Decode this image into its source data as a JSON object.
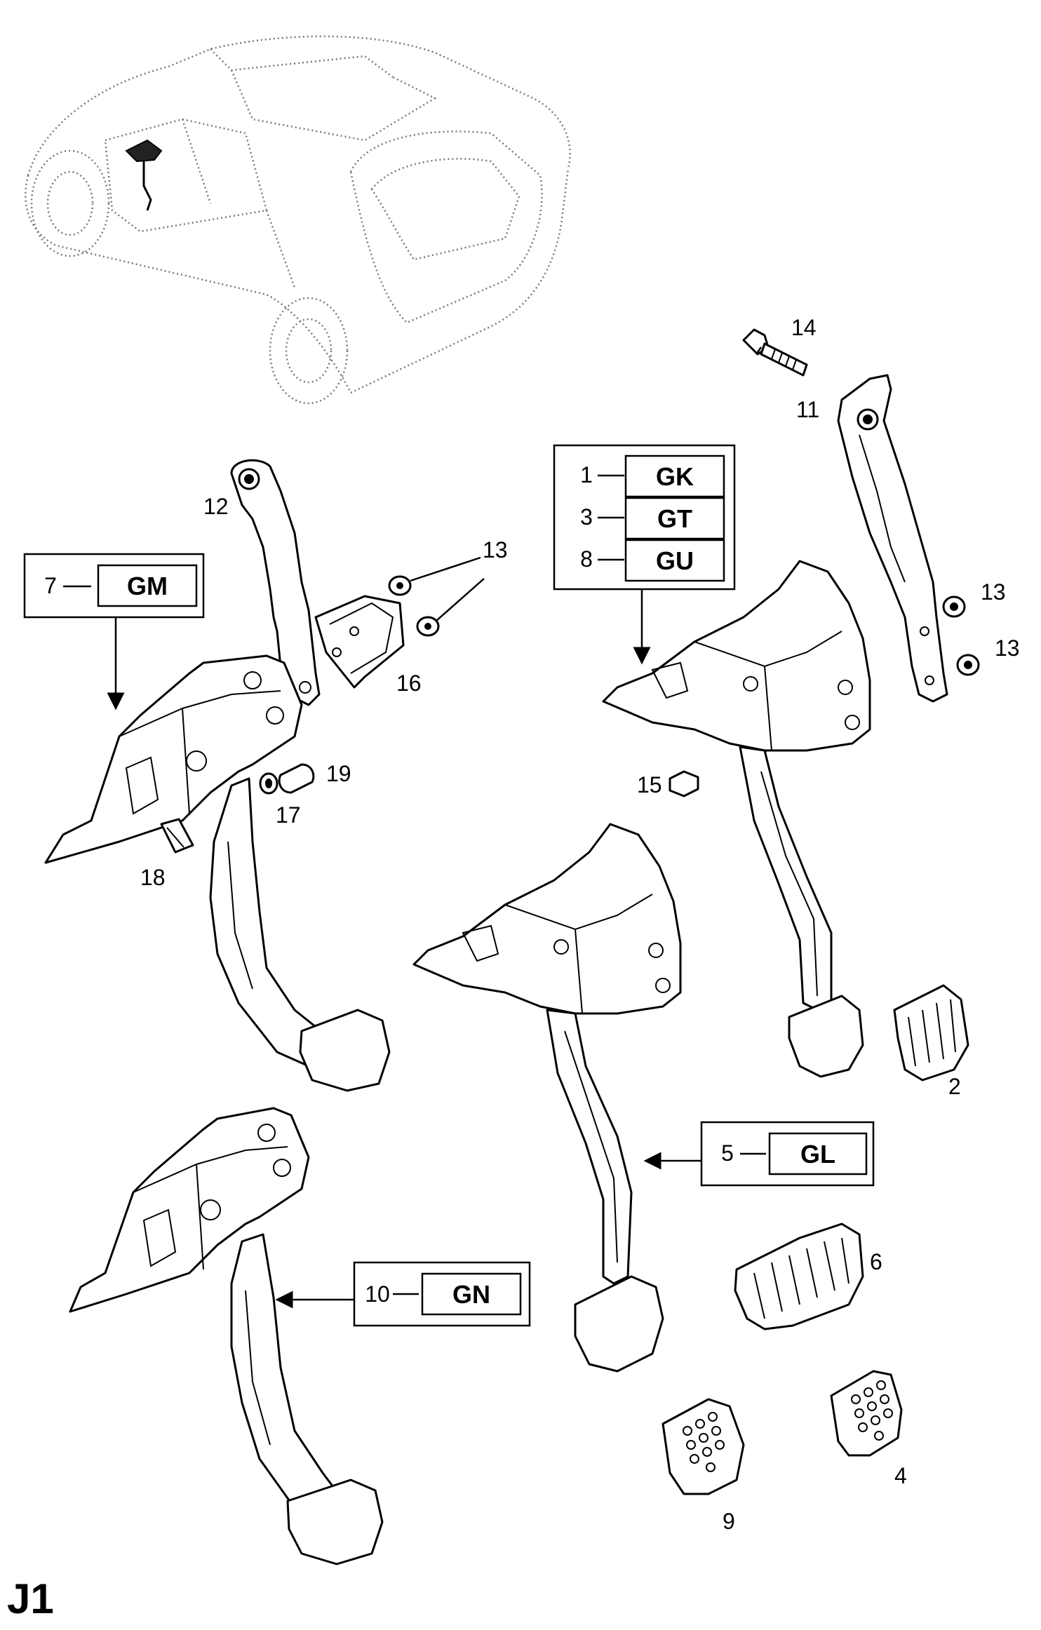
{
  "page_code": "J1",
  "callouts": [
    {
      "num": "7",
      "code": "GM"
    },
    {
      "num": "1",
      "code": "GK"
    },
    {
      "num": "3",
      "code": "GT"
    },
    {
      "num": "8",
      "code": "GU"
    },
    {
      "num": "5",
      "code": "GL"
    },
    {
      "num": "10",
      "code": "GN"
    }
  ],
  "labels": {
    "l2": "2",
    "l4": "4",
    "l6": "6",
    "l9": "9",
    "l11": "11",
    "l12": "12",
    "l13a": "13",
    "l13b": "13",
    "l13c": "13",
    "l14": "14",
    "l15": "15",
    "l16": "16",
    "l17": "17",
    "l18": "18",
    "l19": "19"
  }
}
